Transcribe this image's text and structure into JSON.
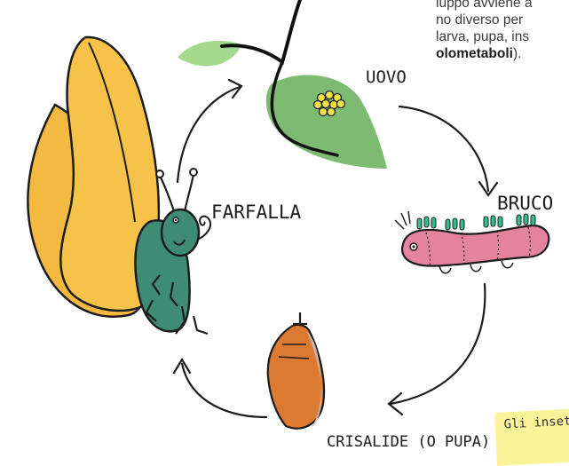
{
  "description_lines": [
    "luppo avviene a",
    "no diverso per",
    "larva, pupa, ins"
  ],
  "description_bold": "olometaboli",
  "description_tail": ").",
  "stages": {
    "egg": "UOVO",
    "caterpillar": "BRUCO",
    "pupa": "CRISALIDE (O PUPA)",
    "butterfly": "FARFALLA"
  },
  "sticky_note": "Gli insett",
  "colors": {
    "wing": "#f7c24a",
    "butterfly_body": "#3e8c74",
    "leaf_dark": "#7dbb72",
    "leaf_light": "#a5d98d",
    "caterpillar": "#e482a0",
    "caterpillar_spikes": "#2fbf8f",
    "chrysalis": "#dc7a32",
    "eggs": "#f2e24a",
    "note": "#fbf39a"
  }
}
